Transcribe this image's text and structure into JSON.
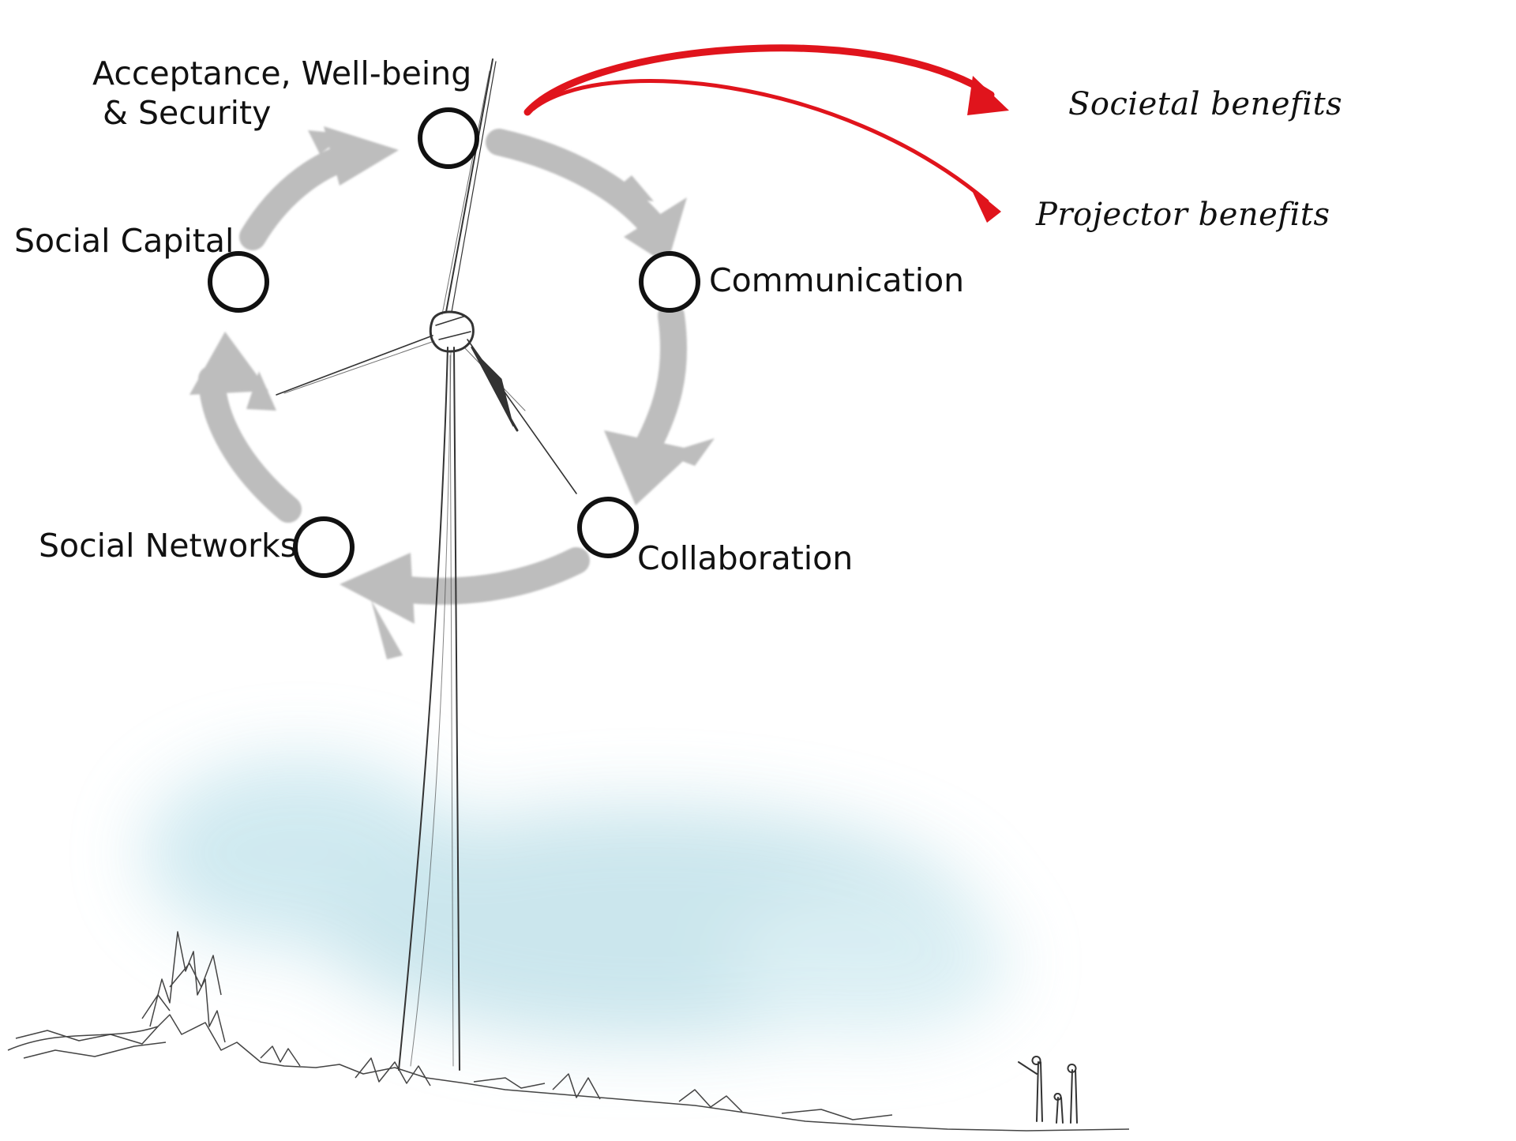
{
  "diagram": {
    "nodes": [
      {
        "id": "acceptance",
        "label": "Acceptance, Well-being\n & Security"
      },
      {
        "id": "communication",
        "label": "Communication"
      },
      {
        "id": "collaboration",
        "label": "Collaboration"
      },
      {
        "id": "social-networks",
        "label": "Social Networks"
      },
      {
        "id": "social-capital",
        "label": "Social Capital"
      }
    ],
    "cycle_order": [
      "acceptance",
      "communication",
      "collaboration",
      "social-networks",
      "social-capital"
    ],
    "outcomes": [
      {
        "id": "societal",
        "label": "Societal benefits"
      },
      {
        "id": "projector",
        "label": "Projector benefits"
      }
    ],
    "colors": {
      "cycle_arrow": "#bdbdbd",
      "node_stroke": "#111111",
      "outcome_arrow": "#e0141c",
      "sketch": "#333333",
      "sky_haze": "#bfe0e8"
    }
  }
}
